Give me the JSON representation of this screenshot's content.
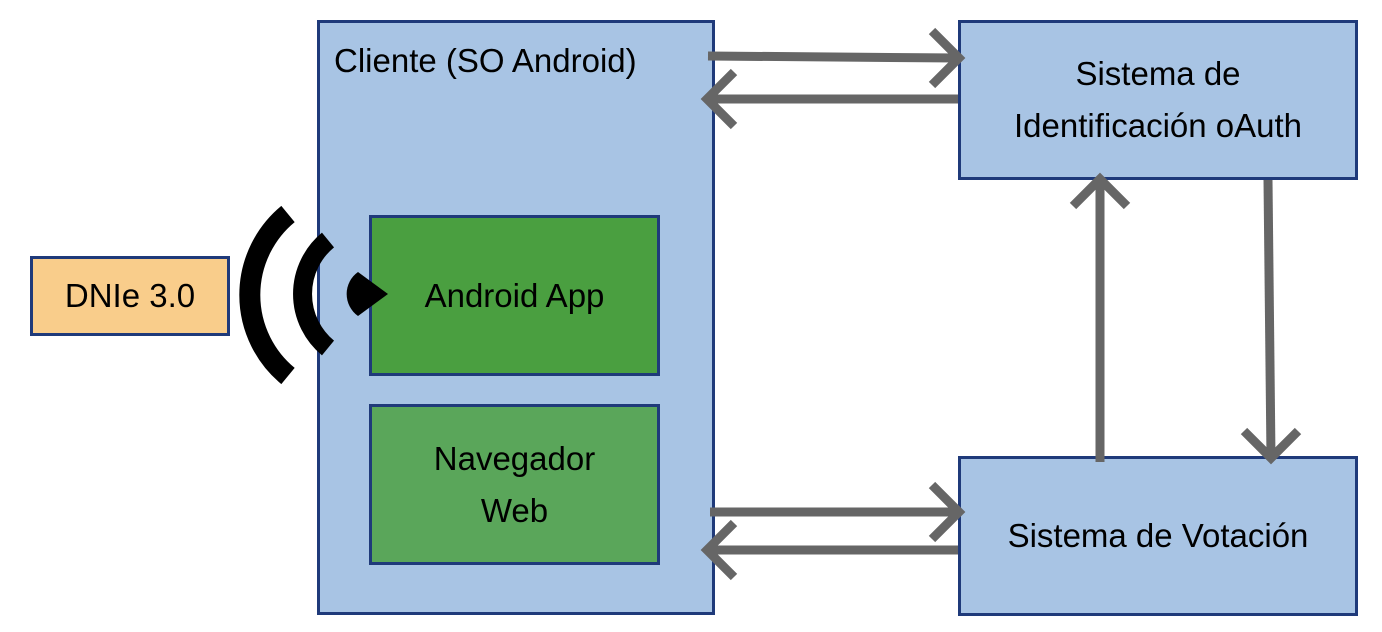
{
  "colors": {
    "container_fill": "#a8c4e4",
    "border": "#1f3a7a",
    "android_app_fill": "#4a9f40",
    "navegador_fill": "#5aa65a",
    "dnie_fill": "#f9cd8b",
    "arrow": "#666666",
    "wave": "#000000"
  },
  "cliente": {
    "title": "Cliente (SO Android)"
  },
  "android_app": {
    "label": "Android App"
  },
  "navegador": {
    "line1": "Navegador",
    "line2": "Web"
  },
  "dnie": {
    "label": "DNIe 3.0"
  },
  "oauth": {
    "line1": "Sistema de",
    "line2": "Identificación oAuth"
  },
  "votacion": {
    "label": "Sistema de Votación"
  }
}
